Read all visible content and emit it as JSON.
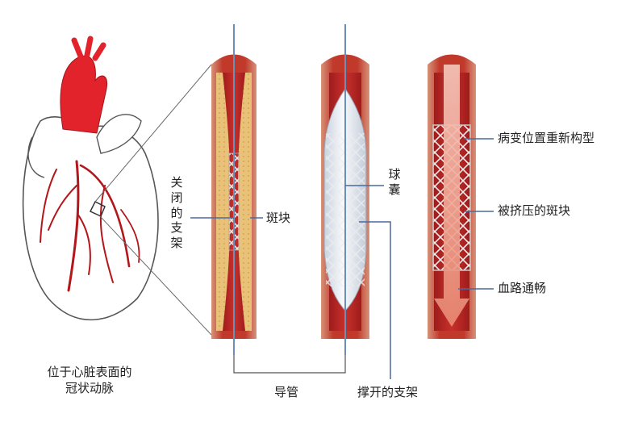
{
  "labels": {
    "closed_stent": "关闭的支架",
    "plaque": "斑块",
    "balloon": "球囊",
    "catheter": "导管",
    "open_stent": "撑开的支架",
    "remodeling": "病变位置重新构型",
    "squeezed_plaque": "被挤压的斑块",
    "blood_flow": "血路通畅",
    "coronary_caption_line1": "位于心脏表面的",
    "coronary_caption_line2": "冠状动脉"
  },
  "colors": {
    "artery_wall": "#c94a3f",
    "artery_outer": "#d9a07e",
    "plaque": "#e9c27a",
    "balloon": "#e7ecf3",
    "stent": "#9aa3b2",
    "heart_red": "#e3232b",
    "catheter": "#6b8fb8"
  }
}
